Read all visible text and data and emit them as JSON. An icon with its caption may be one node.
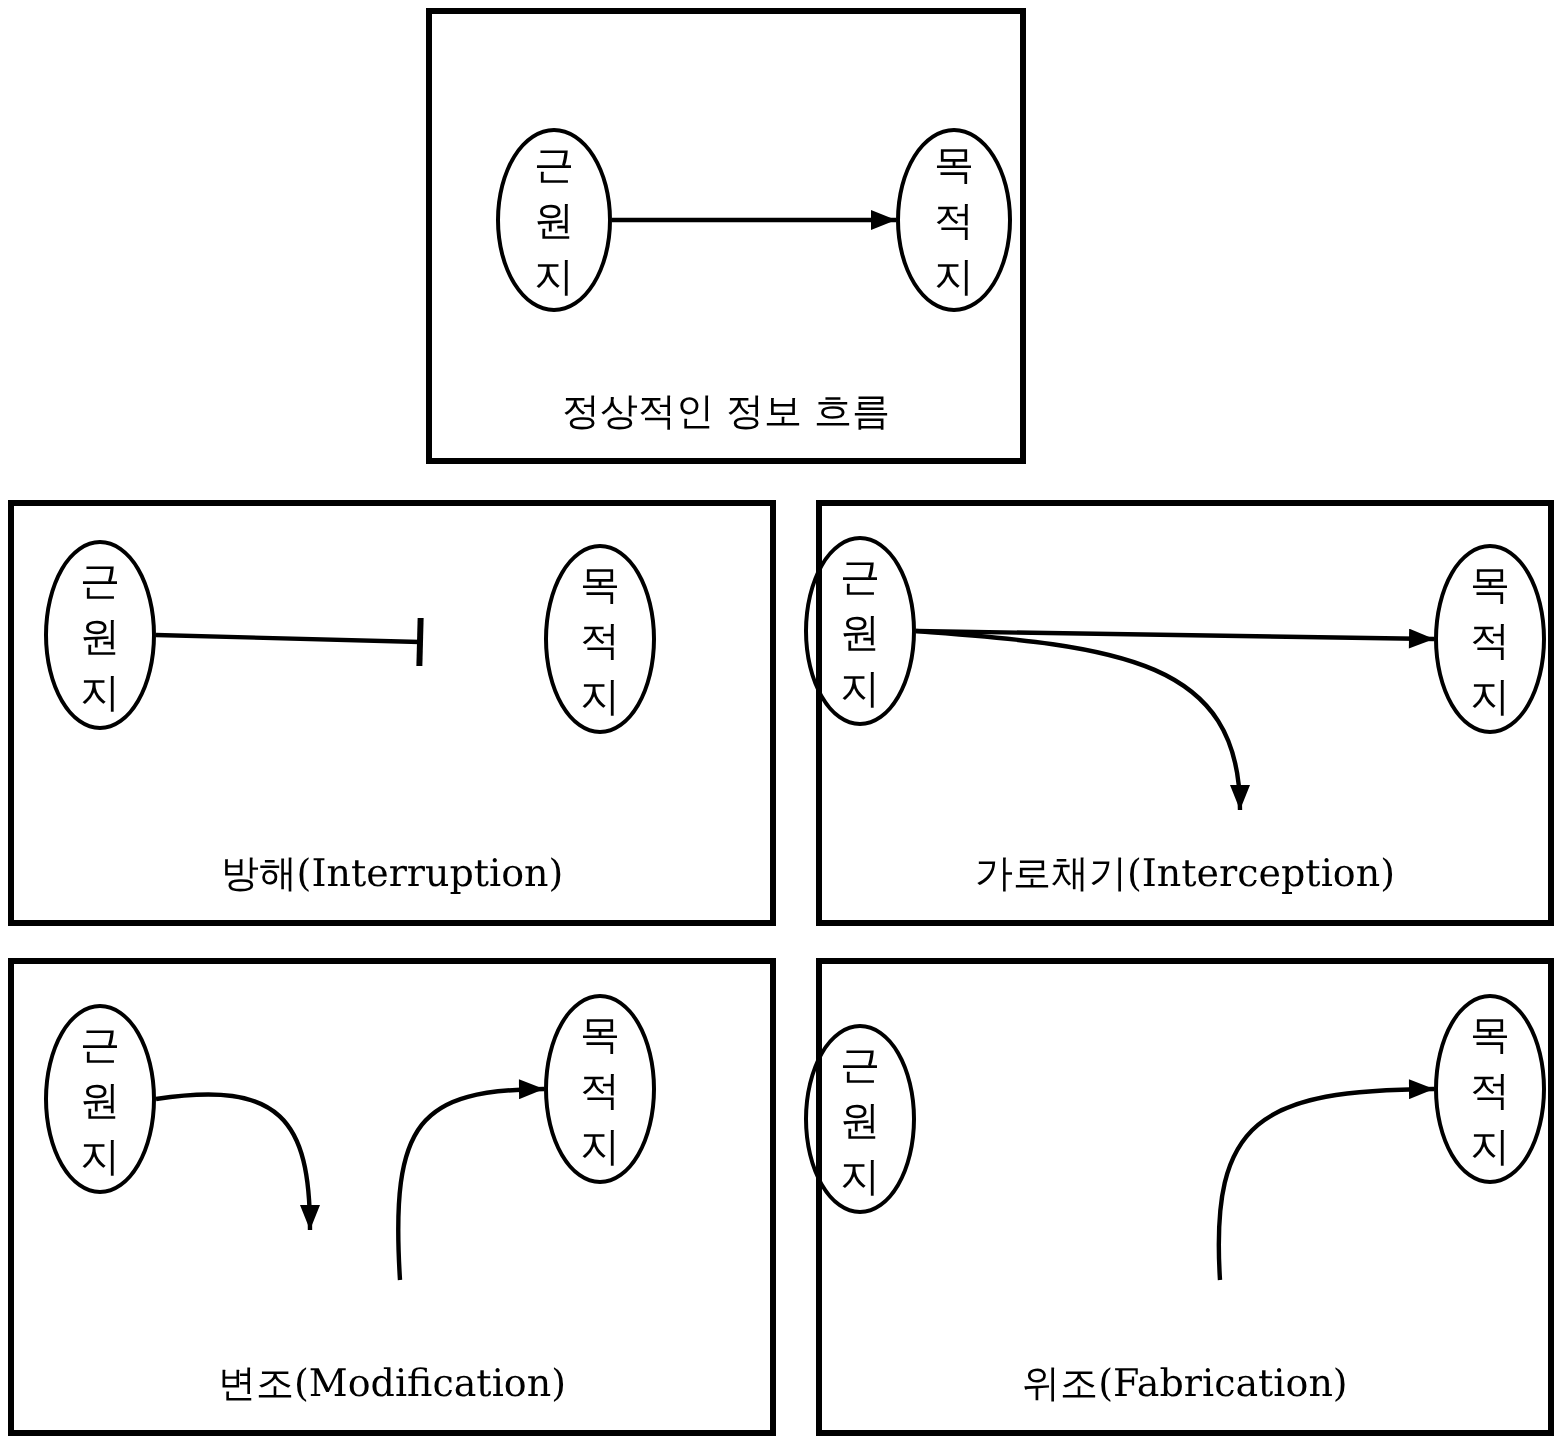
{
  "diagram": {
    "nodes": [
      {
        "text": [
          "정상적인 정보 흐름"
        ]
      },
      {
        "text": [
          "근원지"
        ],
        "in": 0
      },
      {
        "text": [
          "목적지"
        ],
        "in": 0
      },
      {
        "text": [
          "방해(Interruption)"
        ]
      },
      {
        "text": [
          "근원지"
        ],
        "in": 3
      },
      {
        "text": [
          "목적지"
        ],
        "in": 3
      },
      {
        "text": [
          "가로채기(Interception)"
        ]
      },
      {
        "text": [
          "근원지"
        ],
        "in": 6
      },
      {
        "text": [
          "목적지"
        ],
        "in": 6
      },
      {
        "text": [
          "변조(Modification)"
        ]
      },
      {
        "text": [
          "근원지"
        ],
        "in": 9
      },
      {
        "text": [
          "목적지"
        ],
        "in": 9
      },
      {
        "text": [
          "위조(Fabrication)"
        ]
      },
      {
        "text": [
          "근원지"
        ],
        "in": 12
      },
      {
        "text": [
          "목적지"
        ],
        "in": 12
      }
    ],
    "edges": [
      {
        "from": 1,
        "to": 2,
        "arrow": "to"
      },
      {
        "from": 4,
        "to": null,
        "arrow": "other"
      },
      {
        "from": 7,
        "to": 8,
        "arrow": "to"
      },
      {
        "from": 7,
        "to": null,
        "arrow": "to"
      },
      {
        "from": 10,
        "to": null,
        "arrow": "to"
      },
      {
        "from": null,
        "to": 11,
        "arrow": "to"
      },
      {
        "from": null,
        "to": 14,
        "arrow": "to"
      }
    ]
  }
}
